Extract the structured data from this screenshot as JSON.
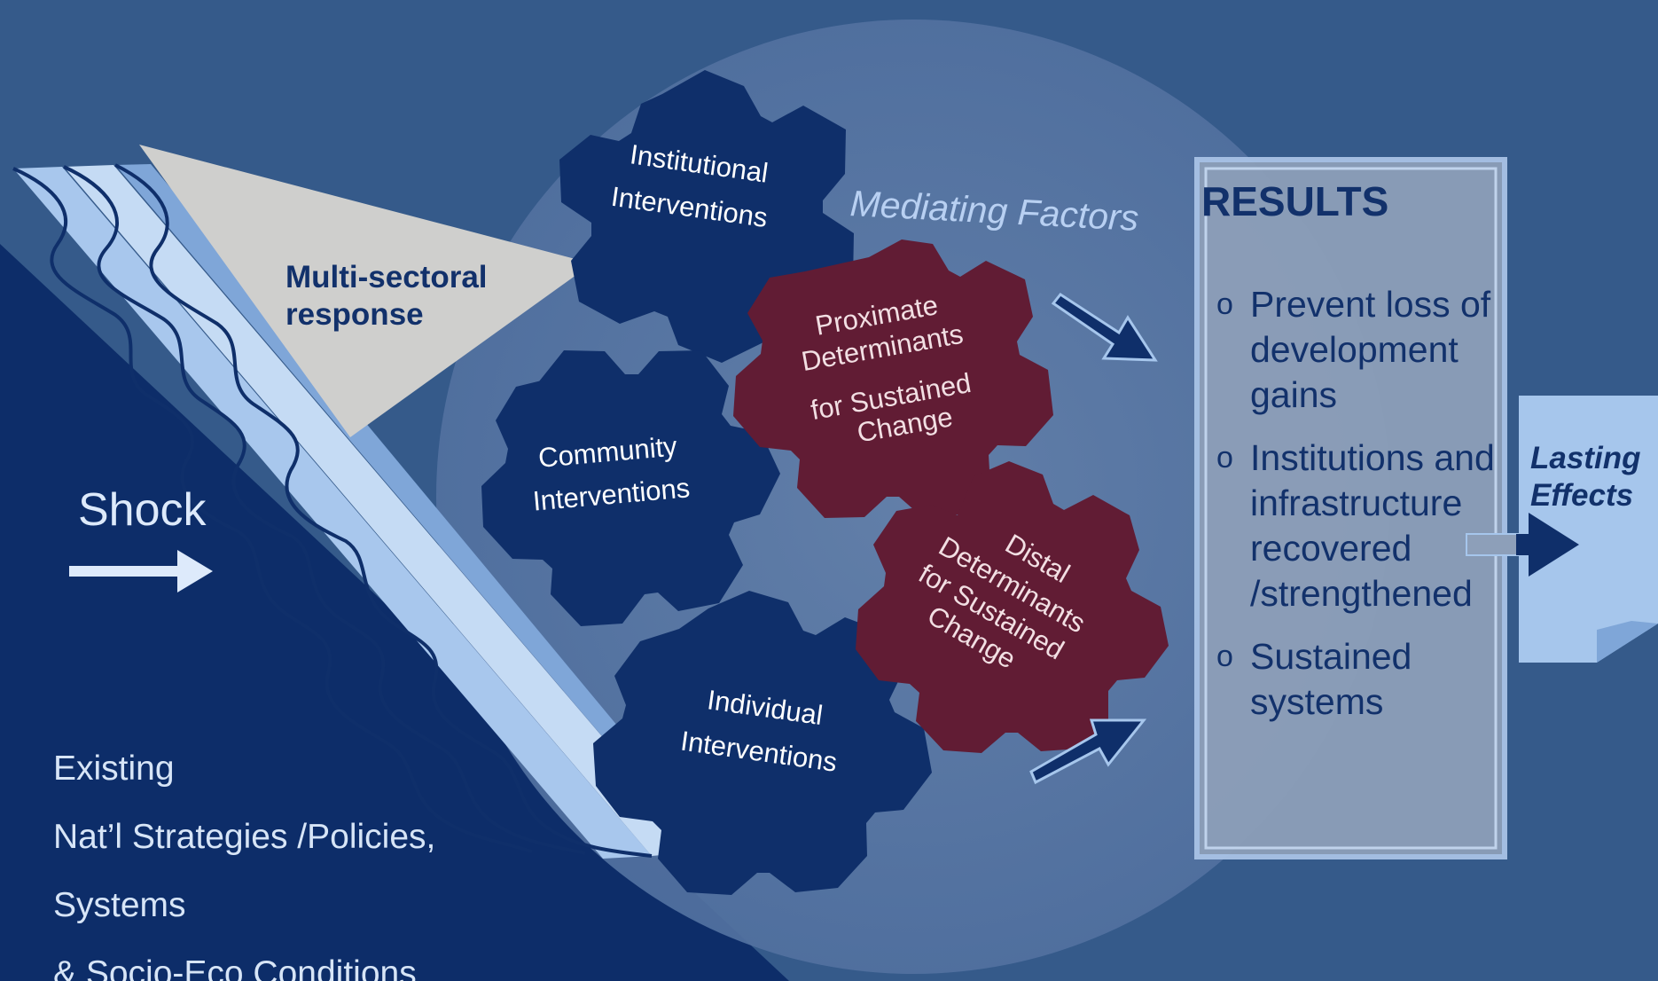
{
  "shock": {
    "label": "Shock"
  },
  "response": {
    "label_line1": "Multi-sectoral",
    "label_line2": "response"
  },
  "mediating": {
    "label": "Mediating Factors"
  },
  "gears": {
    "institutional": {
      "line1": "Institutional",
      "line2": "Interventions"
    },
    "community": {
      "line1": "Community",
      "line2": "Interventions"
    },
    "individual": {
      "line1": "Individual",
      "line2": "Interventions"
    },
    "proximate": {
      "line1": "Proximate",
      "line2": "Determinants",
      "line3": "for Sustained",
      "line4": "Change"
    },
    "distal": {
      "line1": "Distal",
      "line2": "Determinants",
      "line3": "for Sustained",
      "line4": "Change"
    }
  },
  "results": {
    "title": "RESULTS",
    "bullet": "o",
    "items": [
      "Prevent loss of development gains",
      "Institutions and infrastructure recovered /strengthened",
      "Sustained systems"
    ]
  },
  "lasting": {
    "line1": "Lasting",
    "line2": "Effects"
  },
  "existing": {
    "lines": [
      "Existing",
      "Nat’l Strategies /Policies,",
      "Systems",
      "& Socio-Eco Conditions"
    ]
  },
  "colors": {
    "background": "#355a8a",
    "dark_navy": "#0d2d69",
    "gear_blue": "#0f2f6a",
    "gear_red": "#611c34",
    "light_blue": "#a6c6ec",
    "circle": "#5877a2",
    "results_box": "#8d9fb9",
    "triangle": "#cfcfcd"
  }
}
